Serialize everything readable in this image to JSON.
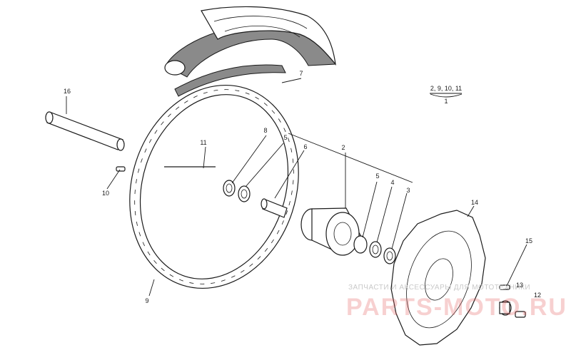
{
  "callouts": {
    "c1": "1",
    "c1_group": "2, 9, 10, 11",
    "c2": "2",
    "c3": "3",
    "c4": "4",
    "c5a": "5",
    "c5b": "5",
    "c6": "6",
    "c7": "7",
    "c8": "8",
    "c9": "9",
    "c10": "10",
    "c11": "11",
    "c12": "12",
    "c13": "13",
    "c14": "14",
    "c15": "15",
    "c16": "16"
  },
  "watermark": {
    "line": "ЗАПЧАСТИ И АКСЕССУАРЫ ДЛЯ МОТОТЕХНИКИ",
    "brand": "PARTS-MOTO.RU"
  }
}
